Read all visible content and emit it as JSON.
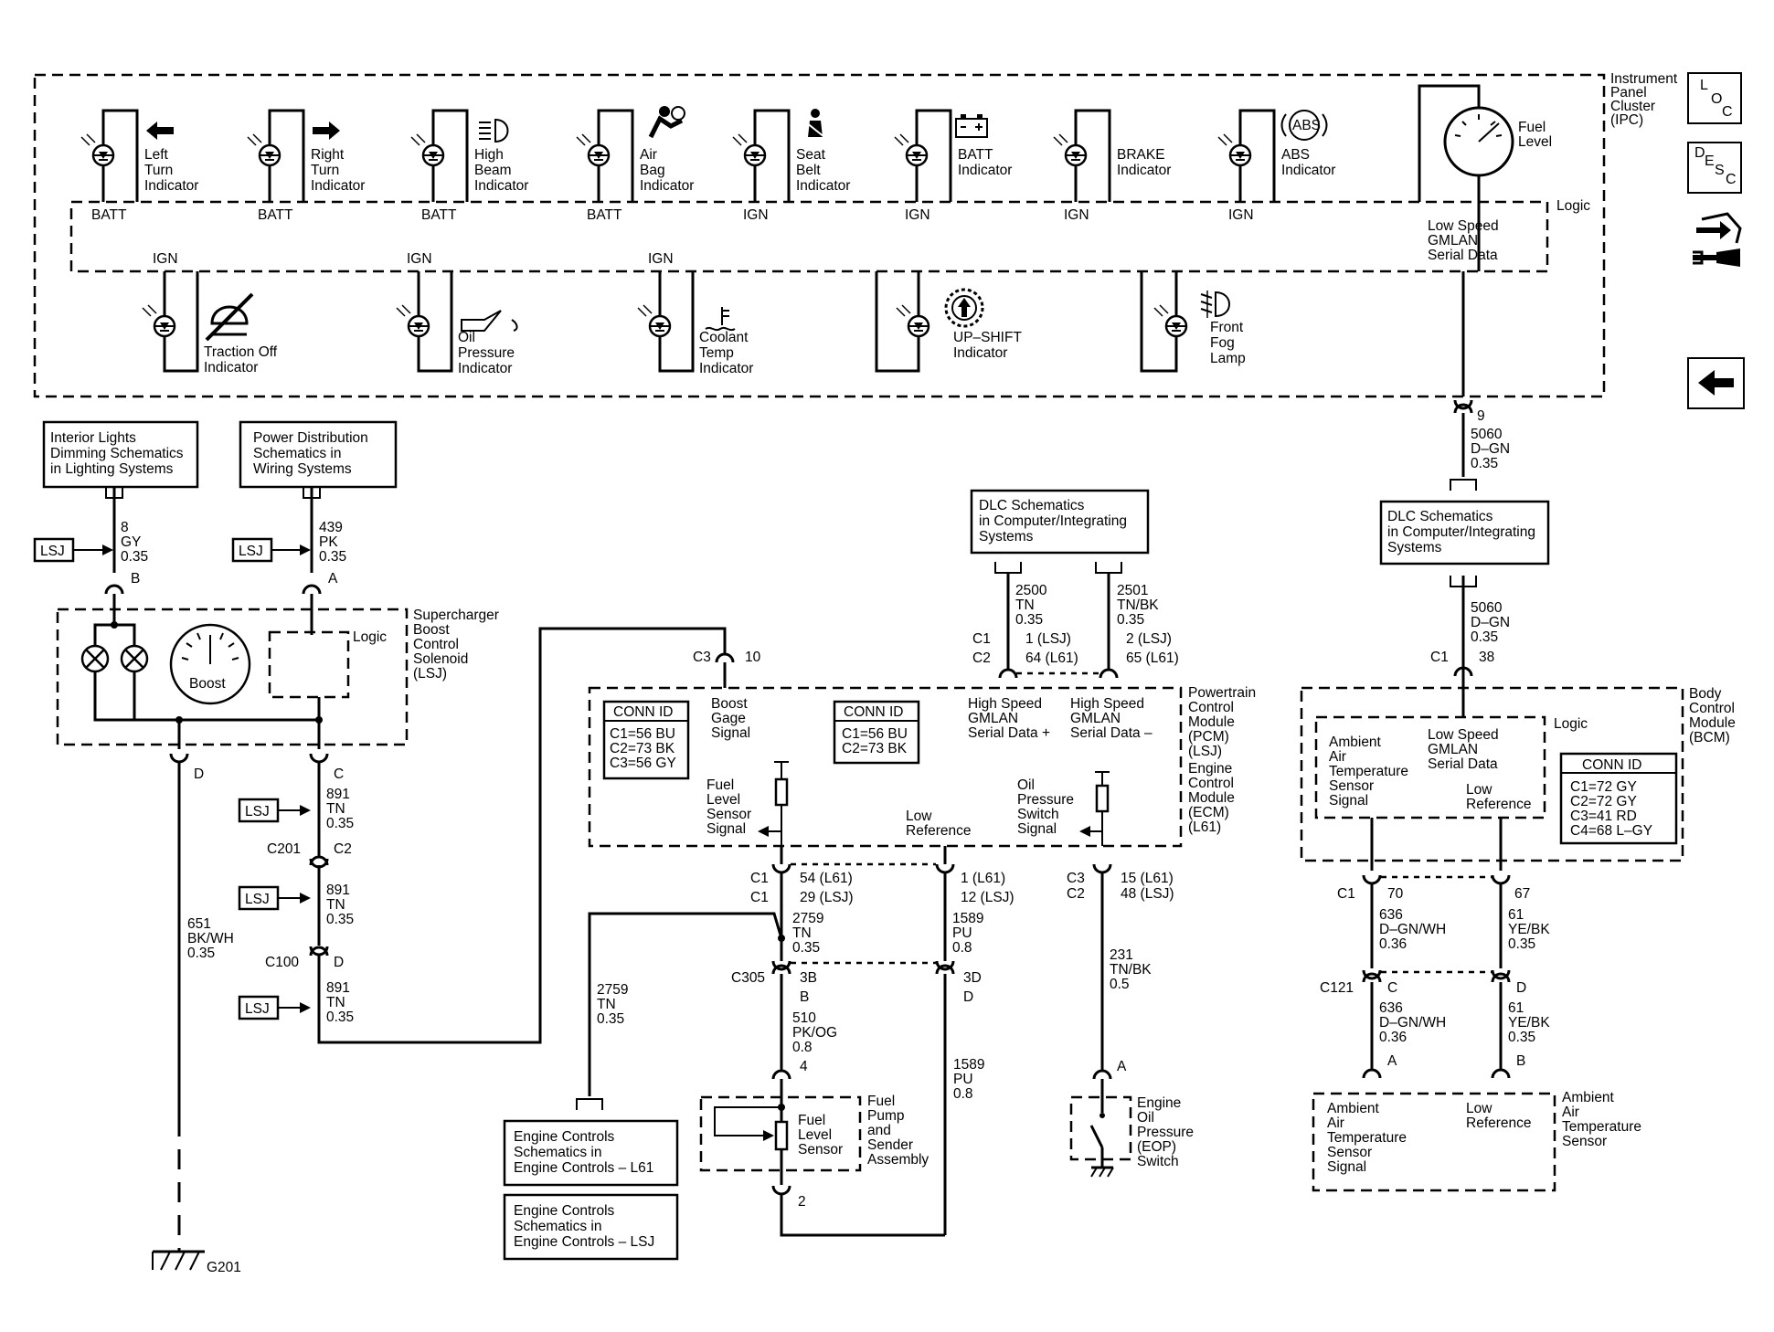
{
  "ipc": {
    "name": [
      "Instrument",
      "Panel",
      "Cluster",
      "(IPC)"
    ],
    "logic": "Logic",
    "fuel_level": [
      "Fuel",
      "Level"
    ],
    "low_speed_gmlan": [
      "Low Speed",
      "GMLAN",
      "Serial Data"
    ],
    "top_indicators": [
      {
        "label": [
          "Left",
          "Turn",
          "Indicator"
        ],
        "power": "BATT"
      },
      {
        "label": [
          "Right",
          "Turn",
          "Indicator"
        ],
        "power": "BATT"
      },
      {
        "label": [
          "High",
          "Beam",
          "Indicator"
        ],
        "power": "BATT"
      },
      {
        "label": [
          "Air",
          "Bag",
          "Indicator"
        ],
        "power": "BATT"
      },
      {
        "label": [
          "Seat",
          "Belt",
          "Indicator"
        ],
        "power": "IGN"
      },
      {
        "label": [
          "BATT",
          "Indicator"
        ],
        "power": "IGN"
      },
      {
        "label": [
          "BRAKE",
          "Indicator"
        ],
        "power": "IGN"
      },
      {
        "label": [
          "ABS",
          "Indicator"
        ],
        "power": "IGN"
      }
    ],
    "bottom_indicators": [
      {
        "label": [
          "Traction Off",
          "Indicator"
        ],
        "power": "IGN"
      },
      {
        "label": [
          "Oil",
          "Pressure",
          "Indicator"
        ],
        "power": "IGN"
      },
      {
        "label": [
          "Coolant",
          "Temp",
          "Indicator"
        ],
        "power": "IGN"
      },
      {
        "label": [
          "UP–SHIFT",
          "Indicator"
        ],
        "power": ""
      },
      {
        "label": [
          "Front",
          "Fog",
          "Lamp"
        ],
        "power": ""
      }
    ],
    "abs_icon_text": "ABS"
  },
  "nav": {
    "loc": [
      "L",
      "O",
      "C"
    ],
    "desc": [
      "D",
      "E",
      "S",
      "C"
    ],
    "connector_views": "connector-views-icon",
    "back": "back-arrow-icon"
  },
  "refs": {
    "interior_lights": [
      "Interior Lights",
      "Dimming Schematics",
      "in Lighting Systems"
    ],
    "power_distribution": [
      "Power Distribution",
      "Schematics in",
      "Wiring Systems"
    ],
    "dlc_center": [
      "DLC Schematics",
      "in Computer/Integrating",
      "Systems"
    ],
    "dlc_right": [
      "DLC Schematics",
      "in Computer/Integrating",
      "Systems"
    ],
    "engine_l61": [
      "Engine Controls",
      "Schematics in",
      "Engine Controls – L61"
    ],
    "engine_lsj": [
      "Engine Controls",
      "Schematics in",
      "Engine Controls – LSJ"
    ]
  },
  "lsj_tag": "LSJ",
  "supercharger": {
    "name": [
      "Supercharger",
      "Boost",
      "Control",
      "Solenoid",
      "(LSJ)"
    ],
    "logic": "Logic",
    "gauge": "Boost"
  },
  "wires": {
    "w8": [
      "8",
      "GY",
      "0.35"
    ],
    "pin_b": "B",
    "w439": [
      "439",
      "PK",
      "0.35"
    ],
    "pin_a": "A",
    "pin_d": "D",
    "w651": [
      "651",
      "BK/WH",
      "0.35"
    ],
    "pin_c": "C",
    "w891a": [
      "891",
      "TN",
      "0.35"
    ],
    "c201": "C201",
    "c201_pin": "C2",
    "w891b": [
      "891",
      "TN",
      "0.35"
    ],
    "c100": "C100",
    "c100_pin": "D",
    "w891c": [
      "891",
      "TN",
      "0.35"
    ],
    "g201": "G201",
    "c3": "C3",
    "c3_pin": "10",
    "ipc_pin": "9",
    "w5060a": [
      "5060",
      "D–GN",
      "0.35"
    ],
    "w5060b": [
      "5060",
      "D–GN",
      "0.35"
    ],
    "bcm_c1": "C1",
    "bcm_pin": "38",
    "w2500": [
      "2500",
      "TN",
      "0.35"
    ],
    "w2501": [
      "2501",
      "TN/BK",
      "0.35"
    ],
    "pcm_c1c2": [
      "C1",
      "C2"
    ],
    "pins_2500": [
      "1 (LSJ)",
      "64 (L61)"
    ],
    "pins_2501": [
      "2 (LSJ)",
      "65 (L61)"
    ]
  },
  "pcm": {
    "name": [
      "Powertrain",
      "Control",
      "Module",
      "(PCM)",
      "(LSJ)",
      "Engine",
      "Control",
      "Module",
      "(ECM)",
      "(L61)"
    ],
    "conn_id_1": {
      "title": "CONN ID",
      "rows": [
        "C1=56 BU",
        "C2=73 BK",
        "C3=56 GY"
      ]
    },
    "conn_id_2": {
      "title": "CONN ID",
      "rows": [
        "C1=56 BU",
        "C2=73 BK"
      ]
    },
    "boost_signal": [
      "Boost",
      "Gage",
      "Signal"
    ],
    "hs_plus": [
      "High Speed",
      "GMLAN",
      "Serial Data +"
    ],
    "hs_minus": [
      "High Speed",
      "GMLAN",
      "Serial Data –"
    ],
    "fuel_signal": [
      "Fuel",
      "Level",
      "Sensor",
      "Signal"
    ],
    "low_ref": [
      "Low",
      "Reference"
    ],
    "oil_signal": [
      "Oil",
      "Pressure",
      "Switch",
      "Signal"
    ]
  },
  "fuel_circuit": {
    "c1c1": [
      "C1",
      "C1"
    ],
    "pins_2759": [
      "54 (L61)",
      "29 (LSJ)"
    ],
    "w2759a": [
      "2759",
      "TN",
      "0.35"
    ],
    "pins_1589": [
      "1 (L61)",
      "12 (LSJ)"
    ],
    "w1589a": [
      "1589",
      "PU",
      "0.8"
    ],
    "c305": "C305",
    "c305_left": [
      "3B",
      "B"
    ],
    "c305_right": [
      "3D",
      "D"
    ],
    "w2759b": [
      "2759",
      "TN",
      "0.35"
    ],
    "w510": [
      "510",
      "PK/OG",
      "0.8"
    ],
    "pin4": "4",
    "w1589b": [
      "1589",
      "PU",
      "0.8"
    ],
    "pin2": "2",
    "sensor": [
      "Fuel",
      "Level",
      "Sensor"
    ],
    "assembly": [
      "Fuel",
      "Pump",
      "and",
      "Sender",
      "Assembly"
    ]
  },
  "oil_circuit": {
    "c3c2": [
      "C3",
      "C2"
    ],
    "pins": [
      "15 (L61)",
      "48 (LSJ)"
    ],
    "w231": [
      "231",
      "TN/BK",
      "0.5"
    ],
    "pin_a": "A",
    "switch": [
      "Engine",
      "Oil",
      "Pressure",
      "(EOP)",
      "Switch"
    ]
  },
  "bcm": {
    "name": [
      "Body",
      "Control",
      "Module",
      "(BCM)"
    ],
    "logic": "Logic",
    "ambient_signal": [
      "Ambient",
      "Air",
      "Temperature",
      "Sensor",
      "Signal"
    ],
    "low_speed": [
      "Low Speed",
      "GMLAN",
      "Serial Data"
    ],
    "low_ref": [
      "Low",
      "Reference"
    ],
    "conn_id": {
      "title": "CONN ID",
      "rows": [
        "C1=72 GY",
        "C2=72 GY",
        "C3=41 RD",
        "C4=68 L–GY"
      ]
    },
    "c1": "C1",
    "pin70": "70",
    "pin67": "67",
    "w636a": [
      "636",
      "D–GN/WH",
      "0.36"
    ],
    "w61a": [
      "61",
      "YE/BK",
      "0.35"
    ],
    "c121": "C121",
    "pin_c": "C",
    "pin_d": "D",
    "w636b": [
      "636",
      "D–GN/WH",
      "0.36"
    ],
    "w61b": [
      "61",
      "YE/BK",
      "0.35"
    ],
    "pin_a": "A",
    "pin_b": "B"
  },
  "ambient_sensor": {
    "name": [
      "Ambient",
      "Air",
      "Temperature",
      "Sensor"
    ],
    "signal": [
      "Ambient",
      "Air",
      "Temperature",
      "Sensor",
      "Signal"
    ],
    "low_ref": [
      "Low",
      "Reference"
    ]
  }
}
